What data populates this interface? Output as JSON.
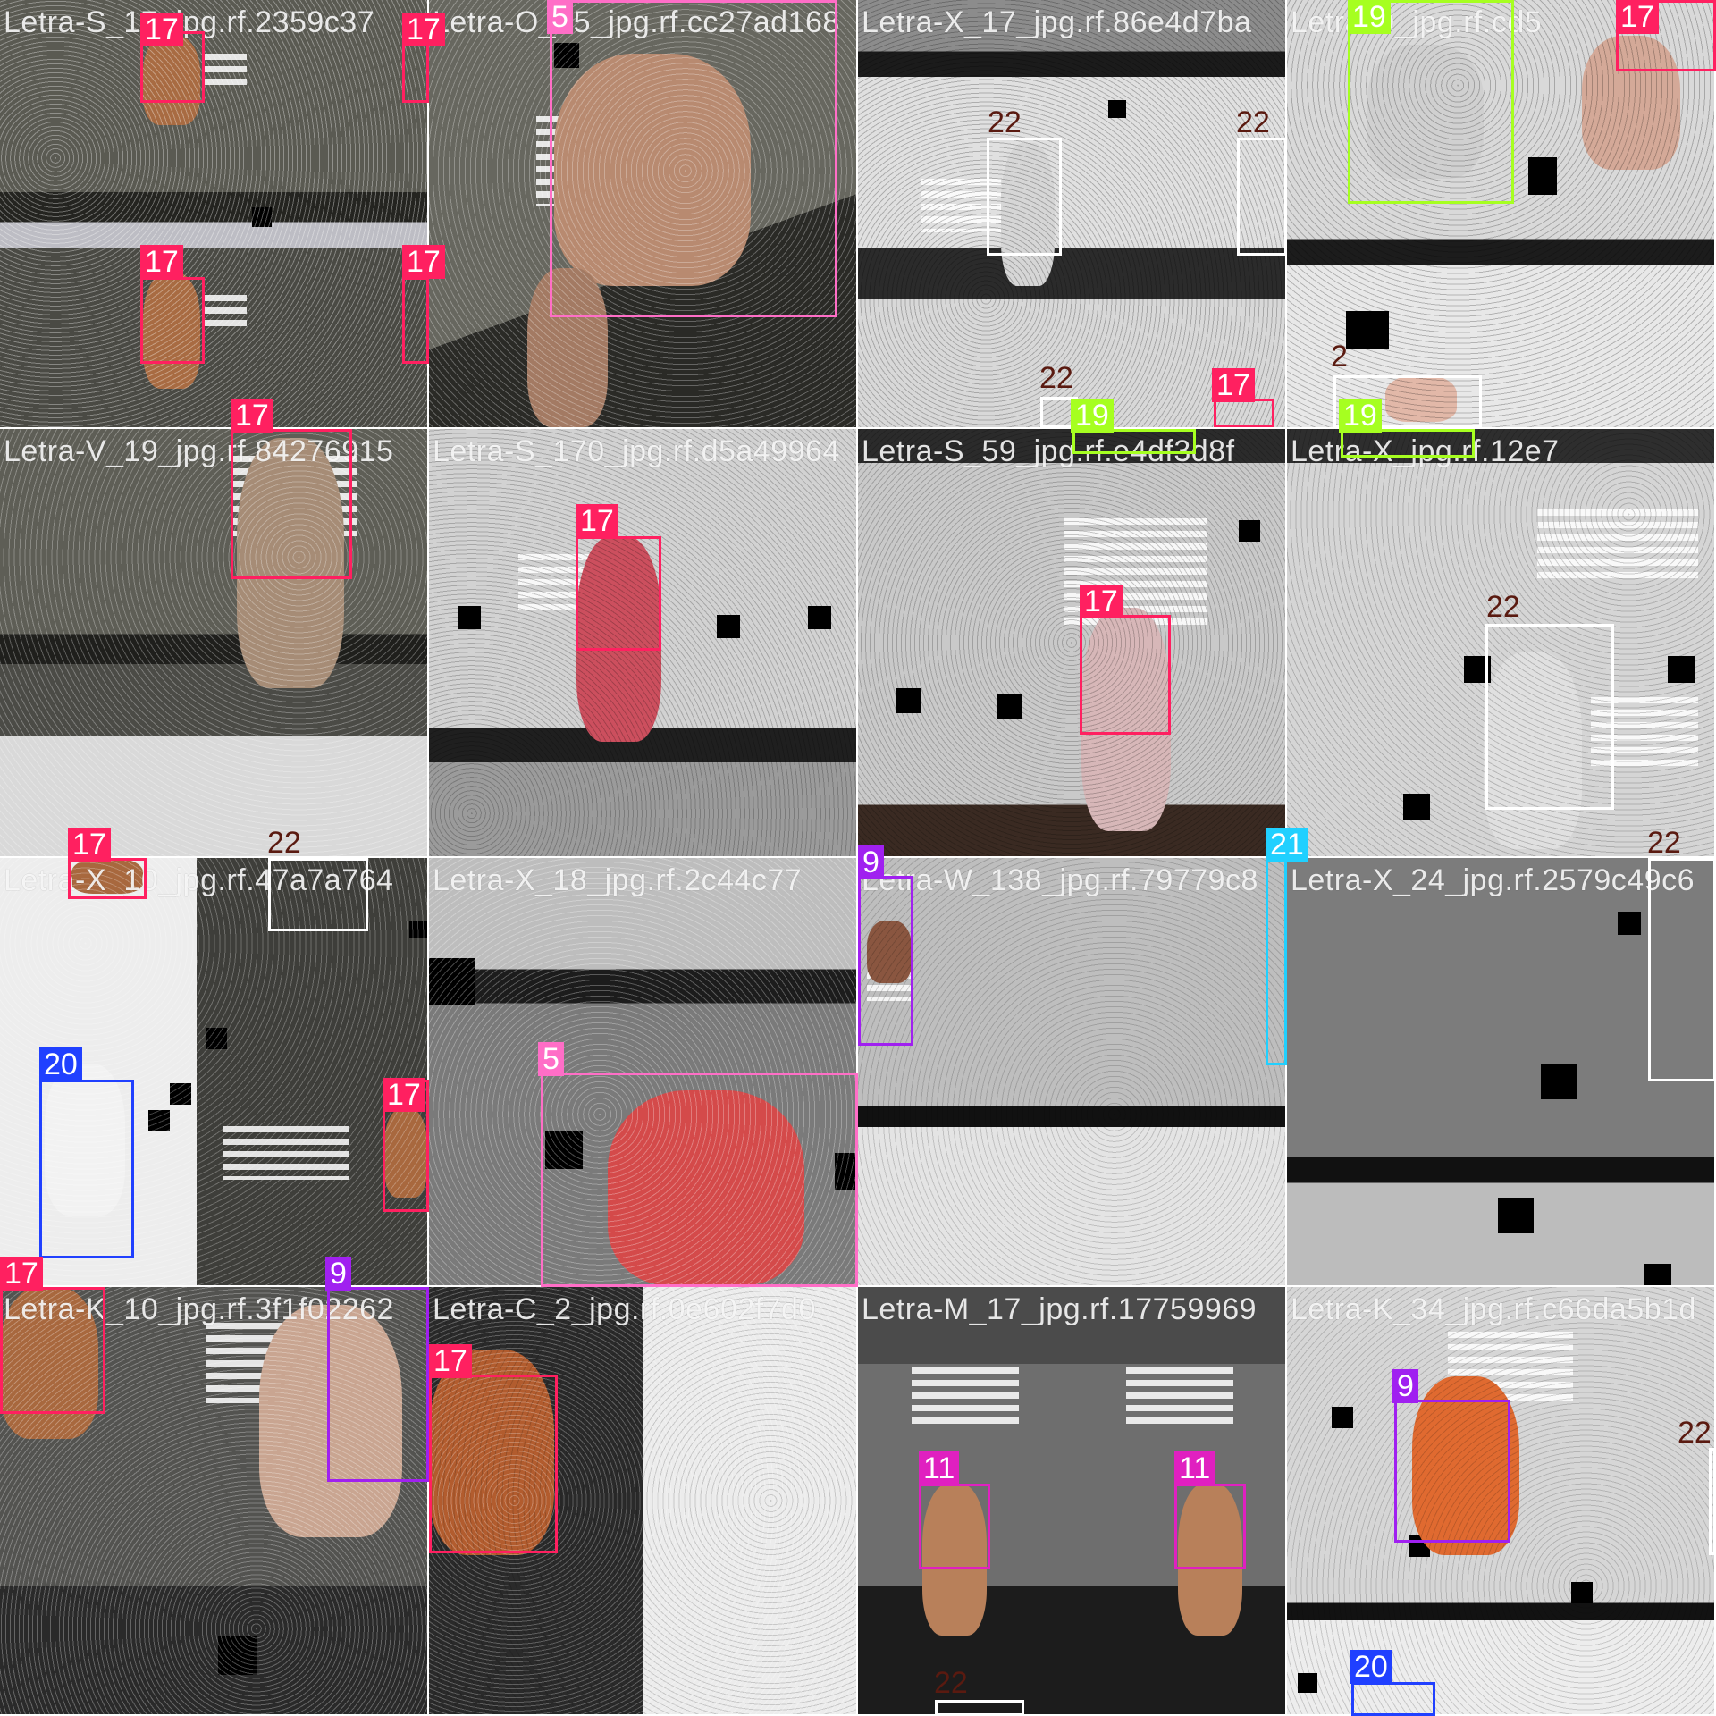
{
  "filenames": [
    "Letra-S_17_jpg.rf.2359c37",
    "Letra-O_15_jpg.rf.cc27ad168",
    "Letra-X_17_jpg.rf.86e4d7ba",
    "Letra-D_jpg.rf.cd5",
    "Letra-V_19_jpg.rf.84276915",
    "Letra-S_170_jpg.rf.d5a49964",
    "Letra-S_59_jpg.rf.e4df3d8f",
    "Letra-X_jpg.rf.12e7",
    "Letra-X_10_jpg.rf.47a7a764",
    "Letra-X_18_jpg.rf.2c44c77",
    "Letra-W_138_jpg.rf.79779c8",
    "Letra-X_24_jpg.rf.2579c49c6",
    "Letra-K_10_jpg.rf.3f1f02262",
    "Letra-C_2_jpg.rf.0e602f7d0",
    "Letra-M_17_jpg.rf.17759969",
    "Letra-K_34_jpg.rf.c66da5b1d"
  ],
  "labels": {
    "l17a": "17",
    "l17b": "17",
    "l17c": "17",
    "l17d": "17",
    "l5a": "5",
    "l22a": "22",
    "l22b": "22",
    "l22c": "22",
    "l17e": "17",
    "l19a": "19",
    "l19b": "19",
    "l17f": "17",
    "l2": "2",
    "l19c": "19",
    "l17g": "17",
    "l17h": "17",
    "l17i": "17",
    "l22d": "22",
    "l17j": "17",
    "l22e": "22",
    "l20a": "20",
    "l17k": "17",
    "l5b": "5",
    "l9a": "9",
    "l21": "21",
    "l22f": "22",
    "l17l": "17",
    "l9b": "9",
    "l17m": "17",
    "l11a": "11",
    "l11b": "11",
    "l22g": "22",
    "l9c": "9",
    "l22h": "22",
    "l20b": "20"
  },
  "colors": {
    "17": "#ff2060",
    "5": "#ff6ec7",
    "22": "#ffffff",
    "19": "#a6ff20",
    "2": "#ffffff",
    "20": "#2040ff",
    "9": "#a020f0",
    "21": "#20d0ff",
    "11": "#e020c0"
  }
}
